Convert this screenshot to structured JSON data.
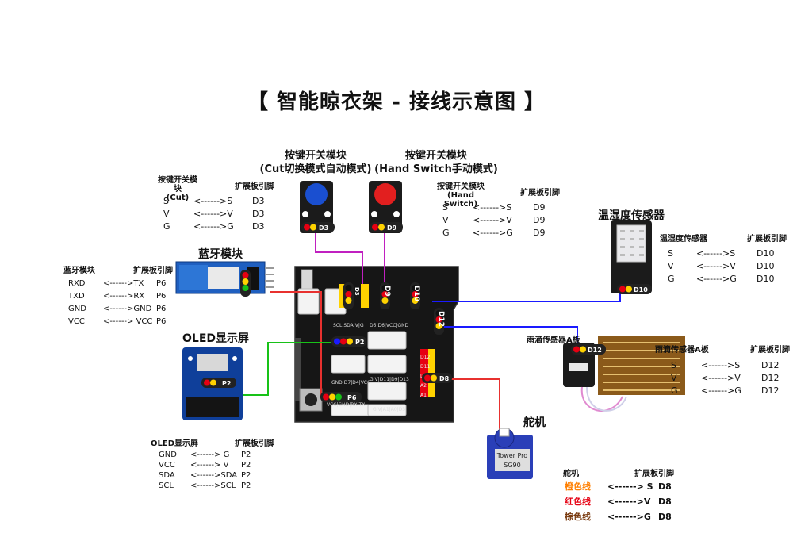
{
  "title": "【 智能晾衣架 - 接线示意图 】",
  "modules": {
    "btn_cut": {
      "label_line1": "按键开关模块",
      "label_line2": "(Cut切换模式自动模式)",
      "pin": "D3"
    },
    "btn_hand": {
      "label_line1": "按键开关模块",
      "label_line2": "(Hand  Switch手动模式)",
      "pin": "D9"
    },
    "bluetooth": {
      "label": "蓝牙模块",
      "pin": "P6"
    },
    "oled": {
      "label": "OLED显示屏",
      "pin": "P2"
    },
    "temp": {
      "label": "温湿度传感器",
      "pin": "D10"
    },
    "rain": {
      "pin": "D12"
    },
    "servo": {
      "label": "舵机",
      "brand": "Tower Pro",
      "model": "SG90"
    },
    "board": {
      "pins": [
        "D3",
        "D9",
        "D10",
        "D12",
        "P2",
        "P6",
        "D8"
      ]
    }
  },
  "tables": {
    "cut": {
      "h1": "按键开关模块",
      "h1b": "(Cut)",
      "h2": "扩展板引脚",
      "rows": [
        [
          "S",
          "<------>S",
          "D3"
        ],
        [
          "V",
          "<------>V",
          "D3"
        ],
        [
          "G",
          "<------>G",
          "D3"
        ]
      ]
    },
    "hand": {
      "h1": "按键开关模块",
      "h1b": "(Hand  Switch)",
      "h2": "扩展板引脚",
      "rows": [
        [
          "S",
          "<------>S",
          "D9"
        ],
        [
          "V",
          "<------>V",
          "D9"
        ],
        [
          "G",
          "<------>G",
          "D9"
        ]
      ]
    },
    "bt": {
      "h1": "蓝牙模块",
      "h2": "扩展板引脚",
      "rows": [
        [
          "RXD",
          "<------>TX",
          "P6"
        ],
        [
          "TXD",
          "<------>RX",
          "P6"
        ],
        [
          "GND",
          "<------>GND",
          "P6"
        ],
        [
          "VCC",
          "<------> VCC",
          "P6"
        ]
      ]
    },
    "temp": {
      "h1": "温湿度传感器",
      "h2": "扩展板引脚",
      "rows": [
        [
          "S",
          "<------>S",
          "D10"
        ],
        [
          "V",
          "<------>V",
          "D10"
        ],
        [
          "G",
          "<------>G",
          "D10"
        ]
      ]
    },
    "rain": {
      "h1": "雨滴传感器A板",
      "h2": "扩展板引脚",
      "rows": [
        [
          "S",
          "<------>S",
          "D12"
        ],
        [
          "V",
          "<------>V",
          "D12"
        ],
        [
          "G",
          "<------>G",
          "D12"
        ]
      ]
    },
    "oled": {
      "h1": "OLED显示屏",
      "h2": "扩展板引脚",
      "rows": [
        [
          "GND",
          "<------> G",
          "P2"
        ],
        [
          "VCC",
          "<------> V",
          "P2"
        ],
        [
          "SDA",
          "<------>SDA",
          "P2"
        ],
        [
          "SCL",
          "<------>SCL",
          "P2"
        ]
      ]
    },
    "servo": {
      "h1": "舵机",
      "h2": "扩展板引脚",
      "rows": [
        [
          "橙色线",
          "<------> S",
          "D8"
        ],
        [
          "红色线",
          "<------>V",
          "D8"
        ],
        [
          "棕色线",
          "<------>G",
          "D8"
        ]
      ]
    }
  },
  "colors": {
    "orange": "#ff7f00",
    "red": "#e60012",
    "brown": "#7a3b10",
    "blue": "#1a1aff",
    "green": "#18c218",
    "magenta": "#c020c0",
    "wire_red": "#e8312f"
  }
}
